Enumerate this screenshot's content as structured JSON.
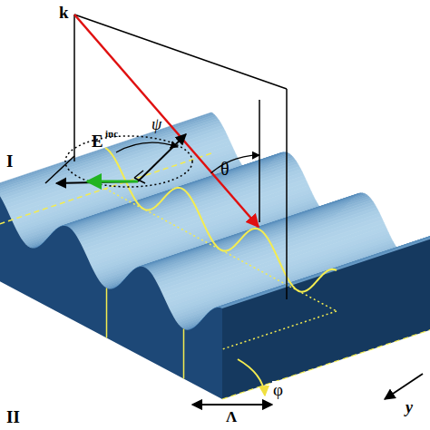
{
  "diagram": {
    "labels": [
      "k",
      "E",
      "inc",
      "ψ",
      "θ",
      "I",
      "II",
      "y",
      "φ",
      "Λ"
    ]
  }
}
